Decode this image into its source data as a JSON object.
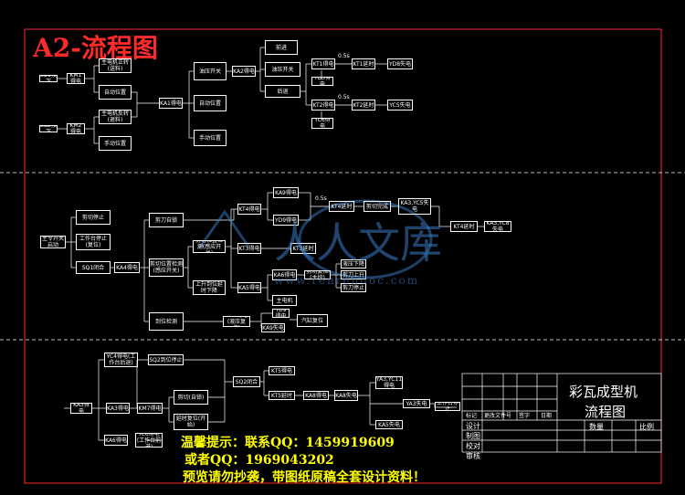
{
  "drawing": {
    "title": "A2-流程图",
    "title_block": {
      "name_line1": "彩瓦成型机",
      "name_line2": "流程图",
      "qty_label": "数量",
      "scale_label": "比例",
      "rows": [
        "设计",
        "制图",
        "校对",
        "审核"
      ],
      "rev_row": [
        "标记",
        "更改文件号",
        "签字",
        "日期"
      ]
    }
  },
  "flow_top": {
    "inputs": [
      "SB1按下",
      "SB2按下"
    ],
    "relays": [
      "KM1得电",
      "KM2得电"
    ],
    "lines": [
      "主电机正转(送料)",
      "主电机反转(退料)"
    ],
    "ka1": "KA1得电",
    "branches": [
      "自动位置",
      "手动位置",
      "油压开关"
    ],
    "ka2": "KA2得电",
    "outputs": [
      "前进",
      "后退"
    ],
    "kt1": "KT1得电",
    "kt1_done": "KT1延时",
    "yd": "YD8失电",
    "yds": "YD5得电",
    "kt2": "KT2得电",
    "kt2_done": "KT2延时",
    "yc": "YC5失电",
    "ycs": "YC6得电",
    "note_a": "0.5s",
    "note_b": "0.5s"
  },
  "flow_mid": {
    "start": "主令开关启动",
    "items": [
      "剪切停止",
      "工作台停止(复位)",
      "SQ1闭合"
    ],
    "ka4": "KA4得电",
    "branches": [
      "剪刀自锁",
      "剪切位置检测(感应开关)",
      "到位检测",
      "上升到位延时下降"
    ],
    "kt": [
      "KT4得电",
      "KT3得电",
      "KA5得电"
    ],
    "ka": [
      "KA9得电",
      "YD9得电",
      "KT3延时"
    ],
    "kt5": "KT4延时",
    "cut": "剪切完成",
    "ka10": "KA3,YC5失电",
    "kt4": "KT4延时",
    "end": "KA3,YC8失电",
    "note": "0.5s",
    "ka6": "KA6得电",
    "right_items": [
      "液压下降",
      "剪刀上升",
      "剪刀停止"
    ],
    "yd9": "YD9得电",
    "ka9": "KA9失电",
    "reset": "汽缸复位",
    "sq": "剪切复位(主控)",
    "yd9b": "YD9得电(液压复位)",
    "mid_box": "主电机"
  },
  "flow_bot": {
    "ka3": "KA3得电",
    "items": [
      "YC4得电(工作台后退)",
      "KA3得电",
      "KA6得电"
    ],
    "sqz": "SQ2到位停止",
    "km": [
      "KM7得电",
      "YC6得电(工作台前进)"
    ],
    "sq2": "SQ2闭合",
    "kt": "KT5得电",
    "kt6": "KT5延时",
    "sub": [
      "剪切(自锁)",
      "延时复位(开始)"
    ],
    "ka8": "KA8得电",
    "ka8b": "KA8失电",
    "t1": "YA3,YC11得电",
    "t2": "YA3失电",
    "t3": "KA5失电",
    "out": "工作台停止"
  },
  "watermark": {
    "text": "人人文库",
    "url": "www.renrendoc.com"
  },
  "notice": {
    "line1": "温馨提示：联系QQ：1459919609",
    "line2": "或者QQ：1969043202",
    "line3": "预览请勿抄袭，带图纸原稿全套设计资料！"
  }
}
